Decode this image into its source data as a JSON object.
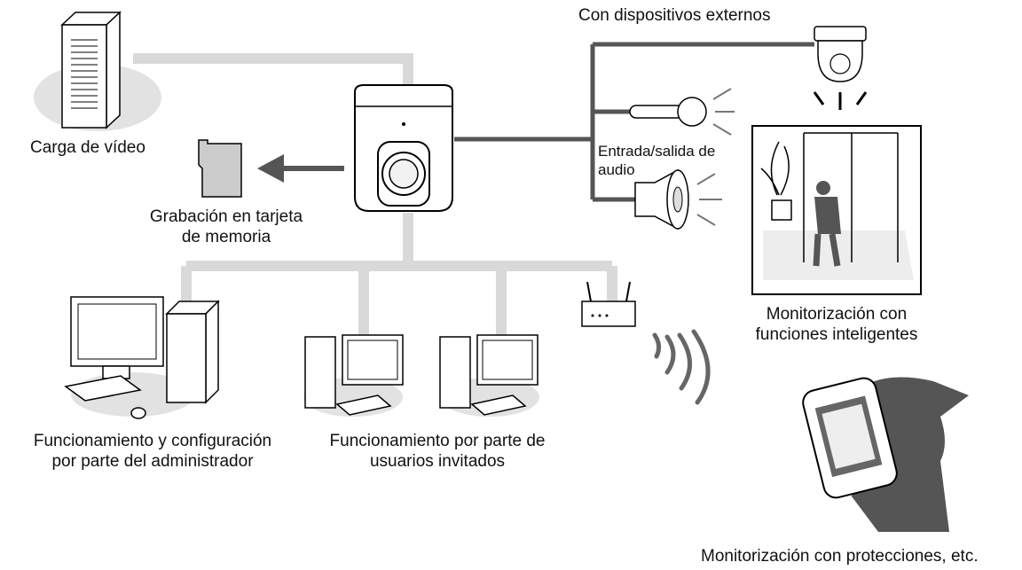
{
  "labels": {
    "external_devices": "Con dispositivos externos",
    "video_upload": "Carga de vídeo",
    "memory_card_line1": "Grabación en tarjeta",
    "memory_card_line2": "de memoria",
    "audio_io_line1": "Entrada/salida de",
    "audio_io_line2": "audio",
    "smart_monitoring_line1": "Monitorización con",
    "smart_monitoring_line2": "funciones inteligentes",
    "admin_line1": "Funcionamiento y configuración",
    "admin_line2": "por parte del administrador",
    "guest_line1": "Funcionamiento por parte de",
    "guest_line2": "usuarios invitados",
    "mobile_monitoring": "Monitorización con protecciones, etc."
  },
  "colors": {
    "network_line": "#d9d9d9",
    "device_line": "#555555",
    "shadow": "#e2e2e2",
    "outline": "#000000"
  },
  "icons": [
    "server-icon",
    "sd-card-icon",
    "network-camera-icon",
    "dome-camera-icon",
    "microphone-icon",
    "speaker-icon",
    "door-scene-icon",
    "admin-computer-icon",
    "guest-computer-icon",
    "router-icon",
    "wireless-signal-icon",
    "smartphone-user-icon"
  ]
}
